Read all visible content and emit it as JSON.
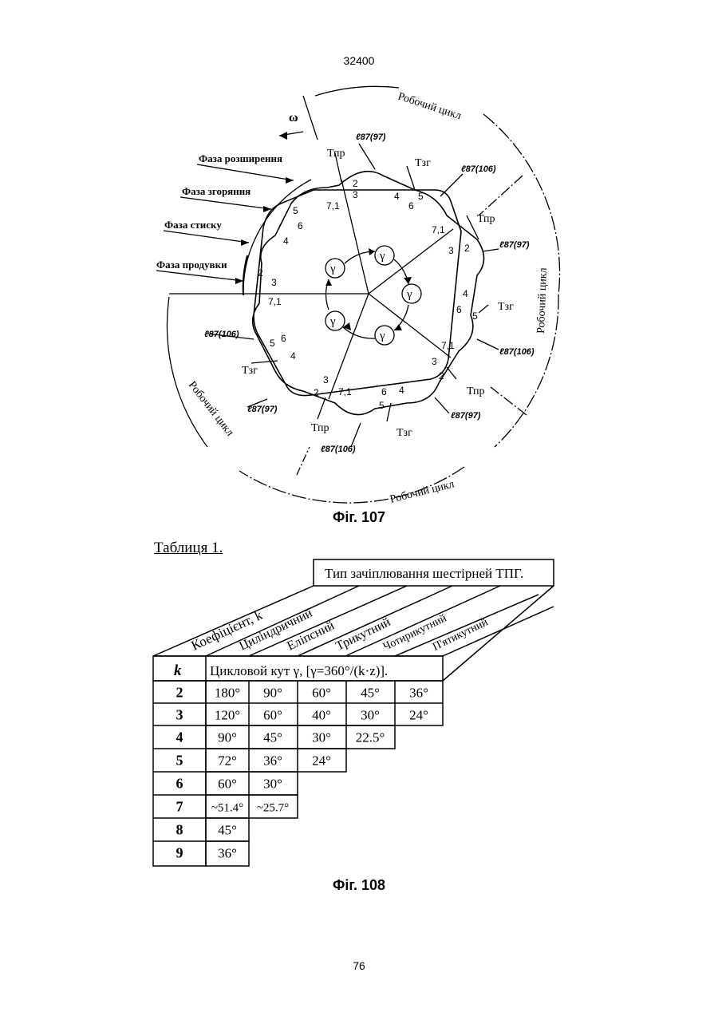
{
  "header": {
    "doc_number": "32400"
  },
  "figure107": {
    "caption": "Фіг. 107",
    "omega": "ω",
    "working_cycle": "Робочий цикл",
    "phases": [
      "Фаза розширення",
      "Фаза згоряння",
      "Фаза стиску",
      "Фаза продувки"
    ],
    "gamma": "γ",
    "t_pr": "Тпр",
    "t_zg": "Тзг",
    "l_97": "ℓ87(97)",
    "l_106": "ℓ87(106)",
    "points": {
      "p71": "7,1",
      "p2": "2",
      "p3": "3",
      "p4": "4",
      "p5": "5",
      "p6": "6"
    }
  },
  "figure108": {
    "caption": "Фіг. 108",
    "table_title": "Таблиця 1.",
    "gear_type_header": "Тип зачіплювання шестірней ТПГ.",
    "diag_headers": [
      "Коефіцієнт, k",
      "Циліндричний",
      "Еліпсний",
      "Трикутний",
      "Чотирикутний",
      "П'ятикутний"
    ],
    "k_header": "k",
    "angle_header": "Цикловой кут γ, [γ=360°/(k·z)].",
    "rows": [
      {
        "k": "2",
        "cells": [
          "180°",
          "90°",
          "60°",
          "45°",
          "36°"
        ]
      },
      {
        "k": "3",
        "cells": [
          "120°",
          "60°",
          "40°",
          "30°",
          "24°"
        ]
      },
      {
        "k": "4",
        "cells": [
          "90°",
          "45°",
          "30°",
          "22.5°"
        ]
      },
      {
        "k": "5",
        "cells": [
          "72°",
          "36°",
          "24°"
        ]
      },
      {
        "k": "6",
        "cells": [
          "60°",
          "30°"
        ]
      },
      {
        "k": "7",
        "cells": [
          "~51.4°",
          "~25.7°"
        ]
      },
      {
        "k": "8",
        "cells": [
          "45°"
        ]
      },
      {
        "k": "9",
        "cells": [
          "36°"
        ]
      }
    ]
  },
  "footer": {
    "page_number": "76"
  }
}
